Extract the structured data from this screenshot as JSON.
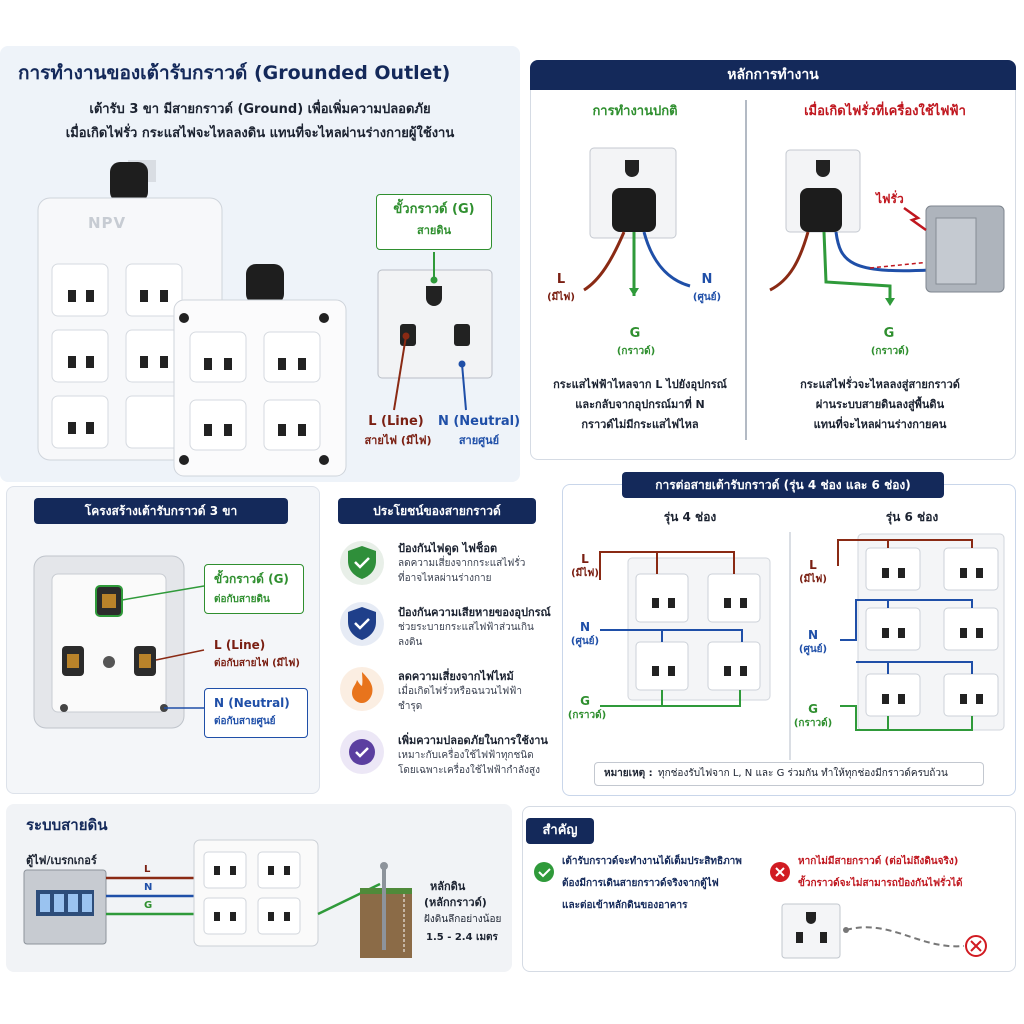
{
  "top_left": {
    "title": "การทำงานของเต้ารับกราวด์ (Grounded Outlet)",
    "desc_line1": "เต้ารับ 3 ขา มีสายกราวด์ (Ground) เพื่อเพิ่มความปลอดภัย",
    "desc_line2": "เมื่อเกิดไฟรั่ว กระแสไฟจะไหลลงดิน แทนที่จะไหลผ่านร่างกายผู้ใช้งาน",
    "brand": "NPV",
    "ground_label": "ขั้วกราวด์ (G)",
    "ground_sub": "สายดิน",
    "line_label": "L (Line)",
    "line_sub": "สายไฟ (มีไฟ)",
    "neutral_label": "N (Neutral)",
    "neutral_sub": "สายศูนย์"
  },
  "principle": {
    "header": "หลักการทำงาน",
    "normal_title": "การทำงานปกติ",
    "normal_L": "L",
    "normal_L_sub": "(มีไฟ)",
    "normal_N": "N",
    "normal_N_sub": "(ศูนย์)",
    "normal_G": "G",
    "normal_G_sub": "(กราวด์)",
    "normal_desc": [
      "กระแสไฟฟ้าไหลจาก L ไปยังอุปกรณ์",
      "และกลับจากอุปกรณ์มาที่ N",
      "กราวด์ไม่มีกระแสไฟไหล"
    ],
    "leak_title": "เมื่อเกิดไฟรั่วที่เครื่องใช้ไฟฟ้า",
    "leak_label": "ไฟรั่ว",
    "leak_G": "G",
    "leak_G_sub": "(กราวด์)",
    "leak_desc": [
      "กระแสไฟรั่วจะไหลลงสู่สายกราวด์",
      "ผ่านระบบสายดินลงสู่พื้นดิน",
      "แทนที่จะไหลผ่านร่างกายคน"
    ]
  },
  "structure": {
    "header": "โครงสร้างเต้ารับกราวด์ 3 ขา",
    "g_label": "ขั้วกราวด์ (G)",
    "g_sub": "ต่อกับสายดิน",
    "l_label": "L (Line)",
    "l_sub": "ต่อกับสายไฟ (มีไฟ)",
    "n_label": "N (Neutral)",
    "n_sub": "ต่อกับสายศูนย์"
  },
  "benefits": {
    "header": "ประโยชน์ของสายกราวด์",
    "items": [
      {
        "title": "ป้องกันไฟดูด ไฟช็อต",
        "l1": "ลดความเสี่ยงจากกระแสไฟรั่ว",
        "l2": "ที่อาจไหลผ่านร่างกาย",
        "icon": "shield-check-icon"
      },
      {
        "title": "ป้องกันความเสียหายของอุปกรณ์",
        "l1": "ช่วยระบายกระแสไฟฟ้าส่วนเกิน",
        "l2": "ลงดิน",
        "icon": "shield-check-icon"
      },
      {
        "title": "ลดความเสี่ยงจากไฟไหม้",
        "l1": "เมื่อเกิดไฟรั่วหรือฉนวนไฟฟ้า",
        "l2": "ชำรุด",
        "icon": "flame-icon"
      },
      {
        "title": "เพิ่มความปลอดภัยในการใช้งาน",
        "l1": "เหมาะกับเครื่องใช้ไฟฟ้าทุกชนิด",
        "l2": "โดยเฉพาะเครื่องใช้ไฟฟ้ากำลังสูง",
        "icon": "check-circle-icon"
      }
    ]
  },
  "wiring": {
    "header": "การต่อสายเต้ารับกราวด์ (รุ่น 4 ช่อง และ 6 ช่อง)",
    "model4": "รุ่น 4 ช่อง",
    "model6": "รุ่น 6 ช่อง",
    "L": "L",
    "L_sub": "(มีไฟ)",
    "N": "N",
    "N_sub": "(ศูนย์)",
    "G": "G",
    "G_sub": "(กราวด์)",
    "note_bold": "หมายเหตุ :",
    "note": "ทุกช่องรับไฟจาก L, N และ G ร่วมกัน ทำให้ทุกช่องมีกราวด์ครบถ้วน"
  },
  "earth": {
    "title": "ระบบสายดิน",
    "panel": "ตู้ไฟ/เบรกเกอร์",
    "L": "L",
    "N": "N",
    "G": "G",
    "rod_title1": "หลักดิน",
    "rod_title2": "(หลักกราวด์)",
    "rod_desc": "ฝังดินลึกอย่างน้อย",
    "rod_depth": "1.5 - 2.4 เมตร"
  },
  "important": {
    "header": "สำคัญ",
    "ok_l1": "เต้ารับกราวด์จะทำงานได้เต็มประสิทธิภาพ",
    "ok_l2": "ต้องมีการเดินสายกราวด์จริงจากตู้ไฟ",
    "ok_l3": "และต่อเข้าหลักดินของอาคาร",
    "bad_l1": "หากไม่มีสายกราวด์ (ต่อไม่ถึงดินจริง)",
    "bad_l2": "ขั้วกราวด์จะไม่สามารถป้องกันไฟรั่วได้"
  },
  "colors": {
    "navy": "#14295a",
    "line": "#8a2a14",
    "neutral": "#1f4fa8",
    "ground": "#2f9a3a",
    "red": "#c0171f"
  }
}
